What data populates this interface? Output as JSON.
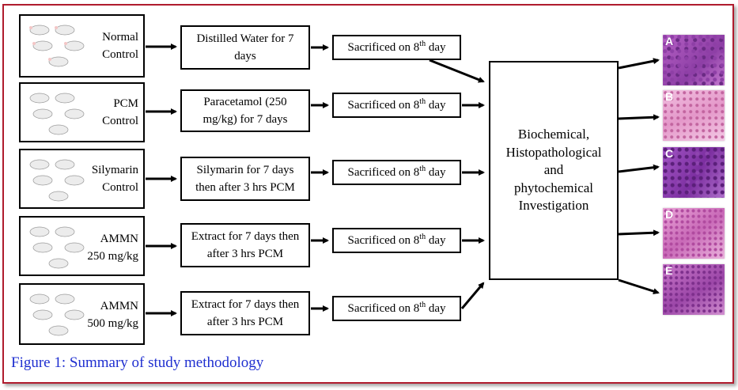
{
  "groups": [
    {
      "label_line1": "Normal",
      "label_line2": "Control",
      "treatment": "Distilled Water for 7 days",
      "sacrifice": {
        "text": "Sacrificed on 8",
        "sup": "th",
        "suffix": " day"
      }
    },
    {
      "label_line1": "PCM",
      "label_line2": "Control",
      "treatment": "Paracetamol (250 mg/kg) for 7 days",
      "sacrifice": {
        "text": "Sacrificed on 8",
        "sup": "th",
        "suffix": " day"
      }
    },
    {
      "label_line1": "Silymarin",
      "label_line2": "Control",
      "treatment": "Silymarin for 7 days then after 3 hrs PCM",
      "sacrifice": {
        "text": "Sacrificed on 8",
        "sup": "th",
        "suffix": " day"
      }
    },
    {
      "label_line1": "AMMN",
      "label_line2": "250 mg/kg",
      "treatment": "Extract for 7 days then after 3 hrs PCM",
      "sacrifice": {
        "text": "Sacrificed on 8",
        "sup": "th",
        "suffix": " day"
      }
    },
    {
      "label_line1": "AMMN",
      "label_line2": "500 mg/kg",
      "treatment": "Extract for 7 days then after 3 hrs PCM",
      "sacrifice": {
        "text": "Sacrificed on 8",
        "sup": "th",
        "suffix": " day"
      }
    }
  ],
  "central": {
    "line1": "Biochemical,",
    "line2": "Histopathological",
    "line3": "and",
    "line4": "phytochemical",
    "line5": "Investigation"
  },
  "micrographs": [
    "A",
    "B",
    "C",
    "D",
    "E"
  ],
  "caption": "Figure 1: Summary of study methodology",
  "colors": {
    "frame_border": "#b01c2e",
    "caption_text": "#1f2fd0",
    "stain_dark": "#7a2f8f",
    "stain_light": "#e7a9d4"
  }
}
